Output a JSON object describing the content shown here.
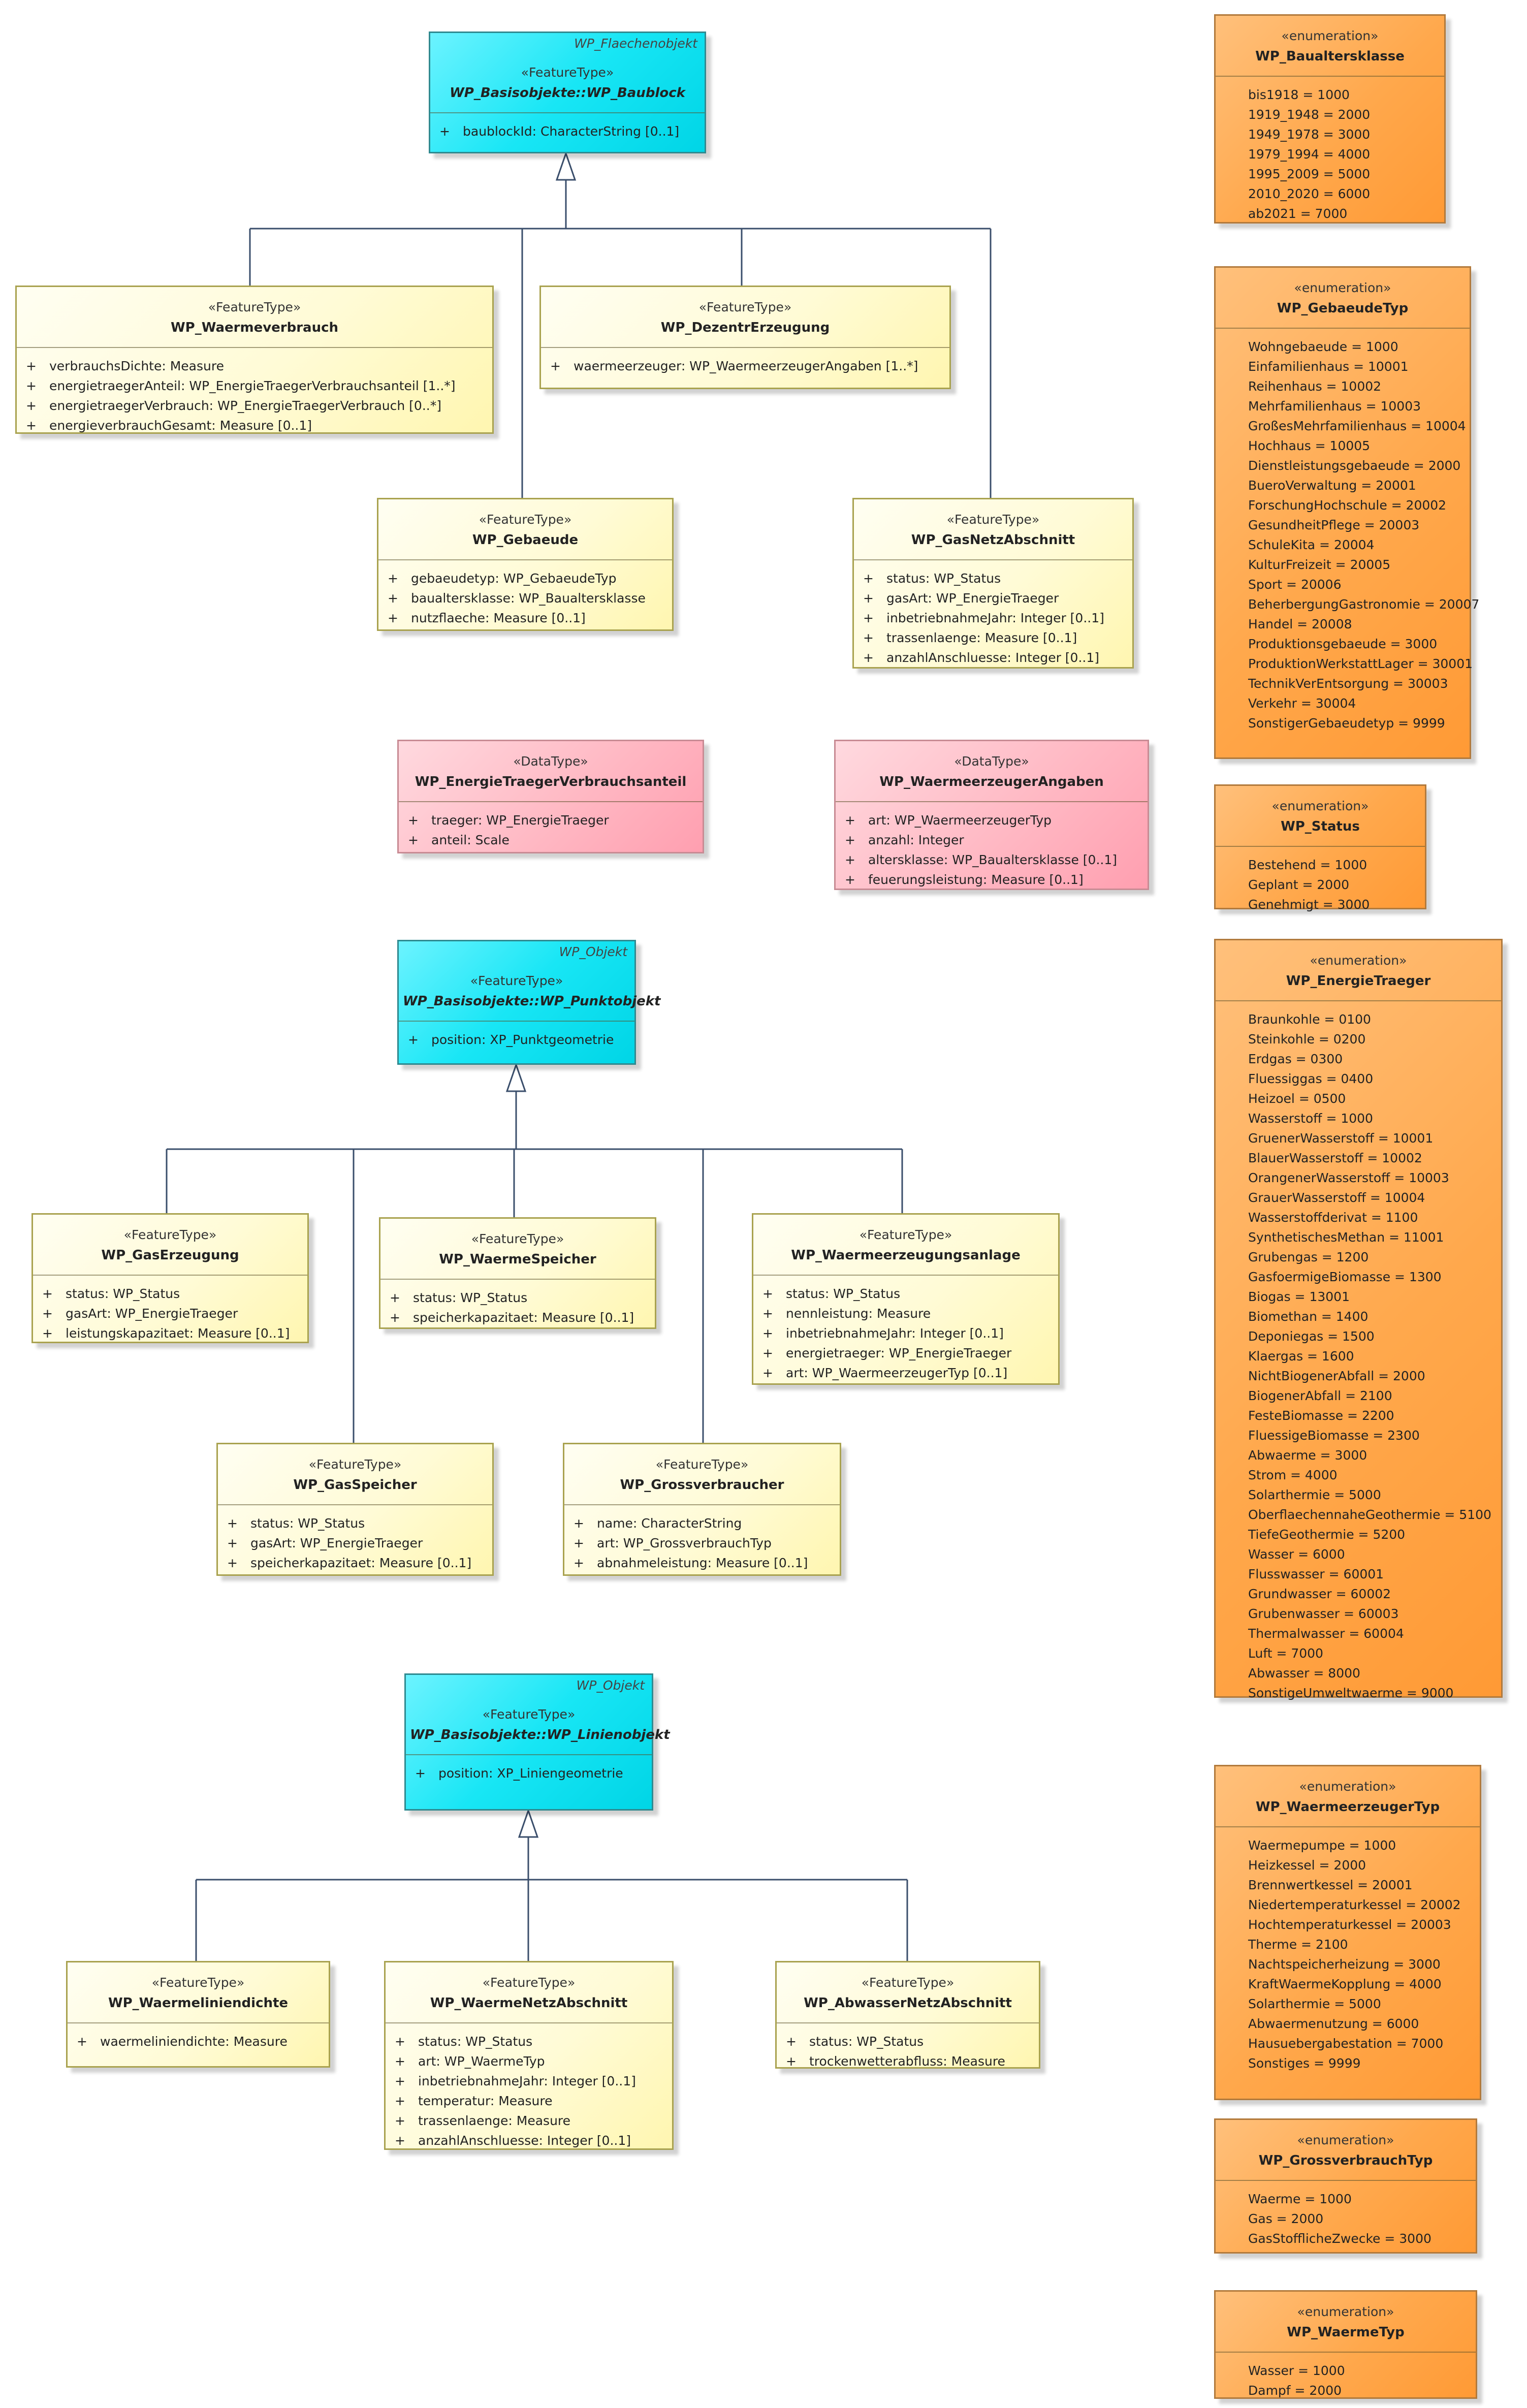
{
  "classes": {
    "baublock": {
      "parent": "WP_Flaechenobjekt",
      "stereotype": "«FeatureType»",
      "name": "WP_Basisobjekte::WP_Baublock",
      "attrs": [
        "baublockId: CharacterString [0..1]"
      ]
    },
    "waermeverbrauch": {
      "stereotype": "«FeatureType»",
      "name": "WP_Waermeverbrauch",
      "attrs": [
        "verbrauchsDichte: Measure",
        "energietraegerAnteil: WP_EnergieTraegerVerbrauchsanteil [1..*]",
        "energietraegerVerbrauch: WP_EnergieTraegerVerbrauch [0..*]",
        "energieverbrauchGesamt: Measure [0..1]"
      ]
    },
    "dezentr": {
      "stereotype": "«FeatureType»",
      "name": "WP_DezentrErzeugung",
      "attrs": [
        "waermeerzeuger: WP_WaermeerzeugerAngaben [1..*]"
      ]
    },
    "gebaeude": {
      "stereotype": "«FeatureType»",
      "name": "WP_Gebaeude",
      "attrs": [
        "gebaeudetyp: WP_GebaeudeTyp",
        "baualtersklasse: WP_Baualtersklasse",
        "nutzflaeche: Measure [0..1]"
      ]
    },
    "gasnetz": {
      "stereotype": "«FeatureType»",
      "name": "WP_GasNetzAbschnitt",
      "attrs": [
        "status: WP_Status",
        "gasArt: WP_EnergieTraeger",
        "inbetriebnahmeJahr: Integer [0..1]",
        "trassenlaenge: Measure [0..1]",
        "anzahlAnschluesse: Integer [0..1]"
      ]
    },
    "etva": {
      "stereotype": "«DataType»",
      "name": "WP_EnergieTraegerVerbrauchsanteil",
      "attrs": [
        "traeger: WP_EnergieTraeger",
        "anteil: Scale"
      ]
    },
    "wea": {
      "stereotype": "«DataType»",
      "name": "WP_WaermeerzeugerAngaben",
      "attrs": [
        "art: WP_WaermeerzeugerTyp",
        "anzahl: Integer",
        "altersklasse: WP_Baualtersklasse [0..1]",
        "feuerungsleistung: Measure [0..1]"
      ]
    },
    "punktobjekt": {
      "parent": "WP_Objekt",
      "stereotype": "«FeatureType»",
      "name": "WP_Basisobjekte::WP_Punktobjekt",
      "attrs": [
        "position: XP_Punktgeometrie"
      ]
    },
    "gaserzeugung": {
      "stereotype": "«FeatureType»",
      "name": "WP_GasErzeugung",
      "attrs": [
        "status: WP_Status",
        "gasArt: WP_EnergieTraeger",
        "leistungskapazitaet: Measure [0..1]"
      ]
    },
    "waermespeicher": {
      "stereotype": "«FeatureType»",
      "name": "WP_WaermeSpeicher",
      "attrs": [
        "status: WP_Status",
        "speicherkapazitaet: Measure [0..1]"
      ]
    },
    "waermeerzeugungsanlage": {
      "stereotype": "«FeatureType»",
      "name": "WP_Waermeerzeugungsanlage",
      "attrs": [
        "status: WP_Status",
        "nennleistung: Measure",
        "inbetriebnahmeJahr: Integer [0..1]",
        "energietraeger: WP_EnergieTraeger",
        "art: WP_WaermeerzeugerTyp [0..1]"
      ]
    },
    "gasspeicher": {
      "stereotype": "«FeatureType»",
      "name": "WP_GasSpeicher",
      "attrs": [
        "status: WP_Status",
        "gasArt: WP_EnergieTraeger",
        "speicherkapazitaet: Measure [0..1]"
      ]
    },
    "grossverbraucher": {
      "stereotype": "«FeatureType»",
      "name": "WP_Grossverbraucher",
      "attrs": [
        "name: CharacterString",
        "art: WP_GrossverbrauchTyp",
        "abnahmeleistung: Measure [0..1]"
      ]
    },
    "linienobjekt": {
      "parent": "WP_Objekt",
      "stereotype": "«FeatureType»",
      "name": "WP_Basisobjekte::WP_Linienobjekt",
      "attrs": [
        "position: XP_Liniengeometrie"
      ]
    },
    "waermeliniendichte": {
      "stereotype": "«FeatureType»",
      "name": "WP_Waermeliniendichte",
      "attrs": [
        "waermeliniendichte: Measure"
      ]
    },
    "waermenetz": {
      "stereotype": "«FeatureType»",
      "name": "WP_WaermeNetzAbschnitt",
      "attrs": [
        "status: WP_Status",
        "art: WP_WaermeTyp",
        "inbetriebnahmeJahr: Integer [0..1]",
        "temperatur: Measure",
        "trassenlaenge: Measure",
        "anzahlAnschluesse: Integer [0..1]"
      ]
    },
    "abwassernetz": {
      "stereotype": "«FeatureType»",
      "name": "WP_AbwasserNetzAbschnitt",
      "attrs": [
        "status: WP_Status",
        "trockenwetterabfluss: Measure"
      ]
    },
    "baualtersklasse": {
      "stereotype": "«enumeration»",
      "name": "WP_Baualtersklasse",
      "literals": [
        "bis1918 = 1000",
        "1919_1948 = 2000",
        "1949_1978 = 3000",
        "1979_1994 = 4000",
        "1995_2009 = 5000",
        "2010_2020 = 6000",
        "ab2021 = 7000"
      ]
    },
    "gebaeudetyp": {
      "stereotype": "«enumeration»",
      "name": "WP_GebaeudeTyp",
      "literals": [
        "Wohngebaeude = 1000",
        "Einfamilienhaus = 10001",
        "Reihenhaus = 10002",
        "Mehrfamilienhaus = 10003",
        "GroßesMehrfamilienhaus = 10004",
        "Hochhaus = 10005",
        "Dienstleistungsgebaeude = 2000",
        "BueroVerwaltung = 20001",
        "ForschungHochschule = 20002",
        "GesundheitPflege = 20003",
        "SchuleKita = 20004",
        "KulturFreizeit = 20005",
        "Sport = 20006",
        "BeherbergungGastronomie = 20007",
        "Handel = 20008",
        "Produktionsgebaeude = 3000",
        "ProduktionWerkstattLager = 30001",
        "TechnikVerEntsorgung = 30003",
        "Verkehr = 30004",
        "SonstigerGebaeudetyp = 9999"
      ]
    },
    "status": {
      "stereotype": "«enumeration»",
      "name": "WP_Status",
      "literals": [
        "Bestehend = 1000",
        "Geplant = 2000",
        "Genehmigt = 3000"
      ]
    },
    "energietraeger": {
      "stereotype": "«enumeration»",
      "name": "WP_EnergieTraeger",
      "literals": [
        "Braunkohle = 0100",
        "Steinkohle = 0200",
        "Erdgas = 0300",
        "Fluessiggas = 0400",
        "Heizoel = 0500",
        "Wasserstoff = 1000",
        "GruenerWasserstoff = 10001",
        "BlauerWasserstoff = 10002",
        "OrangenerWasserstoff = 10003",
        "GrauerWasserstoff = 10004",
        "Wasserstoffderivat = 1100",
        "SynthetischesMethan = 11001",
        "Grubengas = 1200",
        "GasfoermigeBiomasse = 1300",
        "Biogas = 13001",
        "Biomethan = 1400",
        "Deponiegas = 1500",
        "Klaergas = 1600",
        "NichtBiogenerAbfall = 2000",
        "BiogenerAbfall = 2100",
        "FesteBiomasse = 2200",
        "FluessigeBiomasse = 2300",
        "Abwaerme = 3000",
        "Strom = 4000",
        "Solarthermie = 5000",
        "OberflaechennaheGeothermie = 5100",
        "TiefeGeothermie = 5200",
        "Wasser = 6000",
        "Flusswasser = 60001",
        "Grundwasser = 60002",
        "Grubenwasser = 60003",
        "Thermalwasser = 60004",
        "Luft = 7000",
        "Abwasser = 8000",
        "SonstigeUmweltwaerme = 9000"
      ]
    },
    "waermeerzeugertyp": {
      "stereotype": "«enumeration»",
      "name": "WP_WaermeerzeugerTyp",
      "literals": [
        "Waermepumpe = 1000",
        "Heizkessel = 2000",
        "Brennwertkessel = 20001",
        "Niedertemperaturkessel = 20002",
        "Hochtemperaturkessel = 20003",
        "Therme = 2100",
        "Nachtspeicherheizung = 3000",
        "KraftWaermeKopplung = 4000",
        "Solarthermie = 5000",
        "Abwaermenutzung = 6000",
        "Hausuebergabestation = 7000",
        "Sonstiges = 9999"
      ]
    },
    "grossverbrauchtyp": {
      "stereotype": "«enumeration»",
      "name": "WP_GrossverbrauchTyp",
      "literals": [
        "Waerme = 1000",
        "Gas = 2000",
        "GasStofflicheZwecke = 3000"
      ]
    },
    "waermetyp": {
      "stereotype": "«enumeration»",
      "name": "WP_WaermeTyp",
      "literals": [
        "Wasser = 1000",
        "Dampf = 2000"
      ]
    }
  }
}
